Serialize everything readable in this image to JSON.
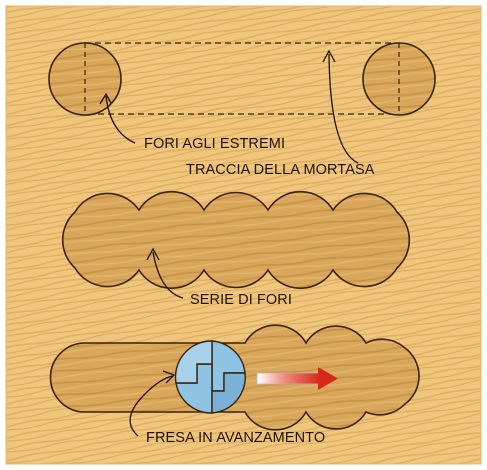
{
  "labels": {
    "end_holes": "FORI AGLI ESTREMI",
    "mortise_outline": "TRACCIA DELLA MORTASA",
    "hole_series": "SERIE DI FORI",
    "cutter_advancing": "FRESA IN AVANZAMENTO"
  },
  "colors": {
    "wood_light": "#efc67c",
    "wood_grain": "#cf9a4a",
    "hole_fill": "#d7a458",
    "hole_edge": "#3a2210",
    "cutter": "#8fc3e3",
    "arrow_red": "#d8281a",
    "text": "#1e1208"
  },
  "icons": {
    "cutter": "router-bit-icon",
    "feed_direction": "right-arrow-icon"
  }
}
